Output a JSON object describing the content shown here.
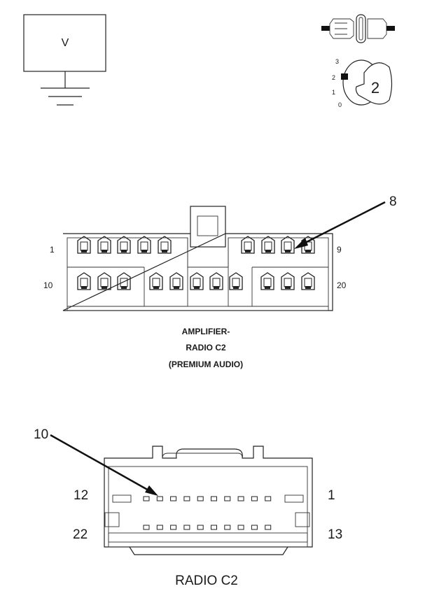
{
  "meter": {
    "symbol": "V"
  },
  "ignition_switch": {
    "positions": [
      "3",
      "2",
      "1",
      "0"
    ],
    "selected": "2"
  },
  "amplifier_connector": {
    "title_line1": "AMPLIFIER-",
    "title_line2": "RADIO C2",
    "title_line3": "(PREMIUM AUDIO)",
    "pin_label_top_left": "1",
    "pin_label_top_right": "9",
    "pin_label_bottom_left": "10",
    "pin_label_bottom_right": "20",
    "callout_pin": "8"
  },
  "radio_connector": {
    "title": "RADIO C2",
    "pin_label_top_left": "12",
    "pin_label_top_right": "1",
    "pin_label_bottom_left": "22",
    "pin_label_bottom_right": "13",
    "callout_pin": "10"
  }
}
